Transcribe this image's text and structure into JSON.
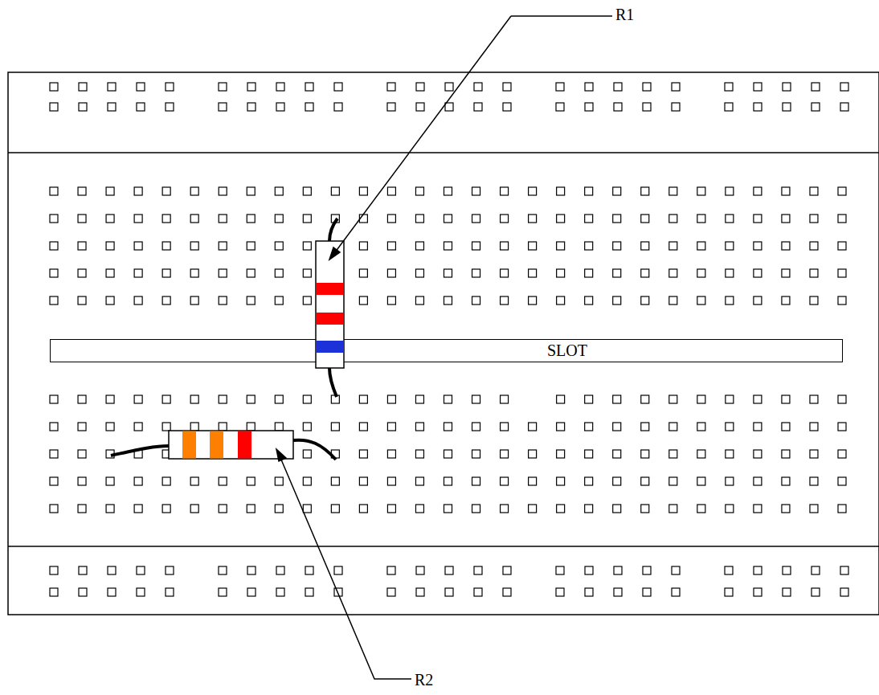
{
  "diagram": {
    "nodes": [
      {
        "text": [
          "SLOT"
        ]
      }
    ],
    "labels": [
      "R1",
      "R2"
    ]
  }
}
